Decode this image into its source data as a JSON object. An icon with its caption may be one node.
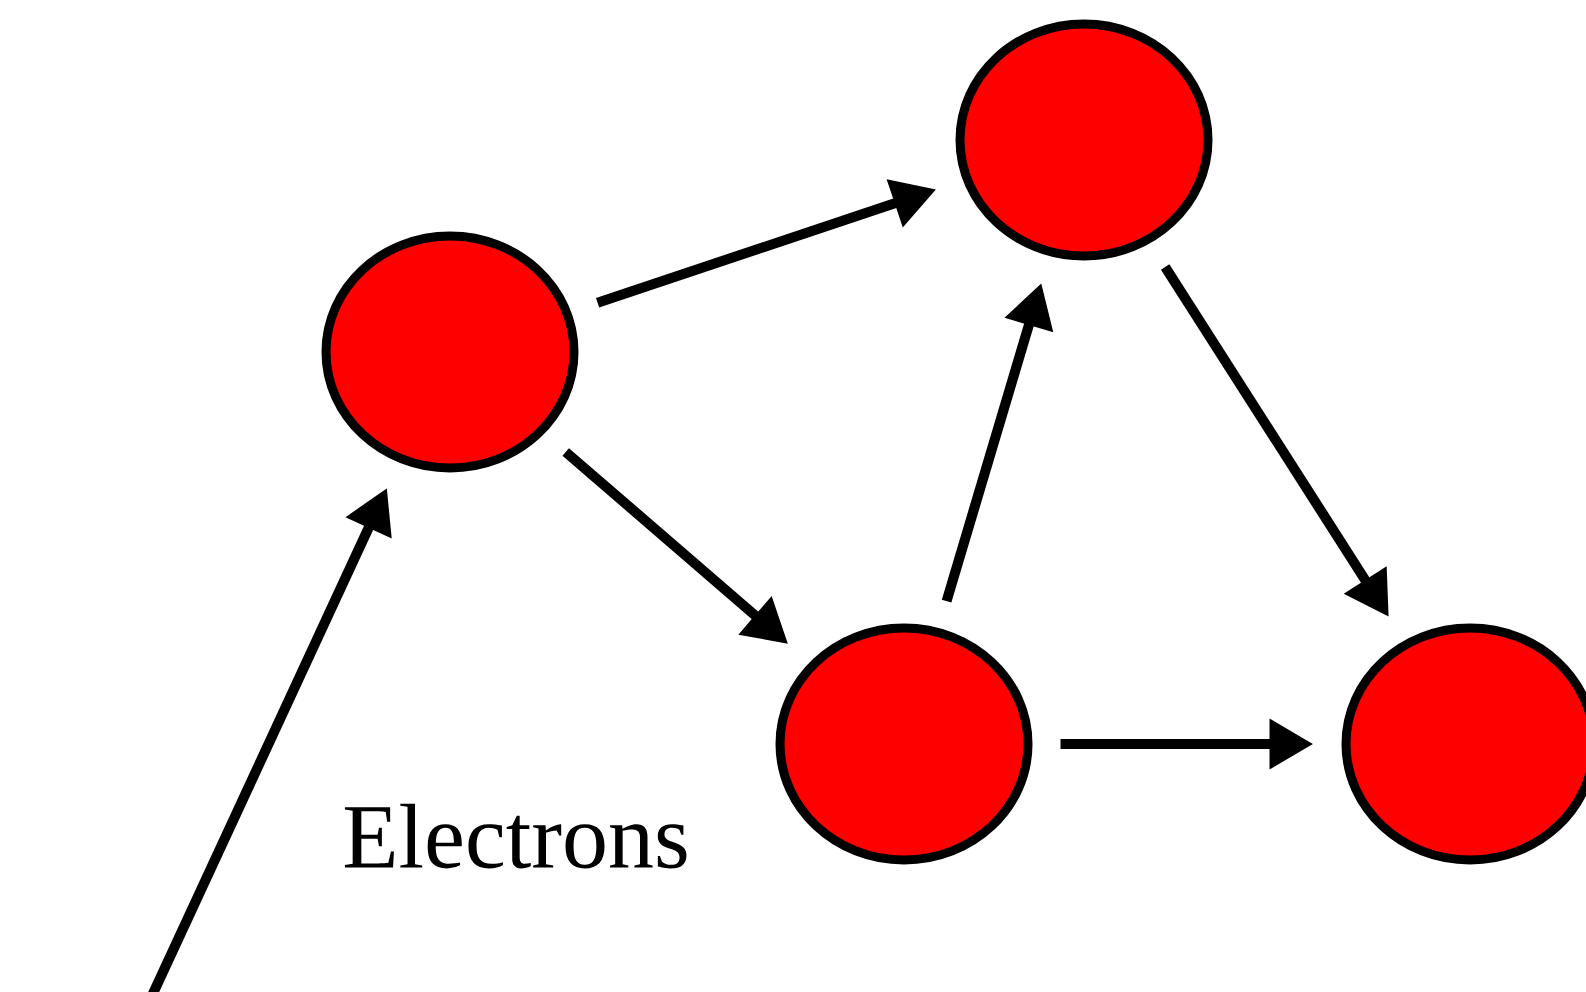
{
  "diagram": {
    "nodes": [
      {
        "text": [],
        "shape": "circle"
      },
      {
        "text": [],
        "shape": "circle"
      },
      {
        "text": [],
        "shape": "circle"
      },
      {
        "text": [],
        "shape": "circle"
      }
    ],
    "edges": [
      {
        "from": null,
        "to": 0,
        "arrow": "to"
      },
      {
        "from": 0,
        "to": 1,
        "arrow": "to"
      },
      {
        "from": 0,
        "to": 2,
        "arrow": "to"
      },
      {
        "from": 2,
        "to": 1,
        "arrow": "to"
      },
      {
        "from": 1,
        "to": 3,
        "arrow": "to"
      },
      {
        "from": 2,
        "to": 3,
        "arrow": "to"
      }
    ],
    "labels": [
      "Electrons"
    ]
  }
}
